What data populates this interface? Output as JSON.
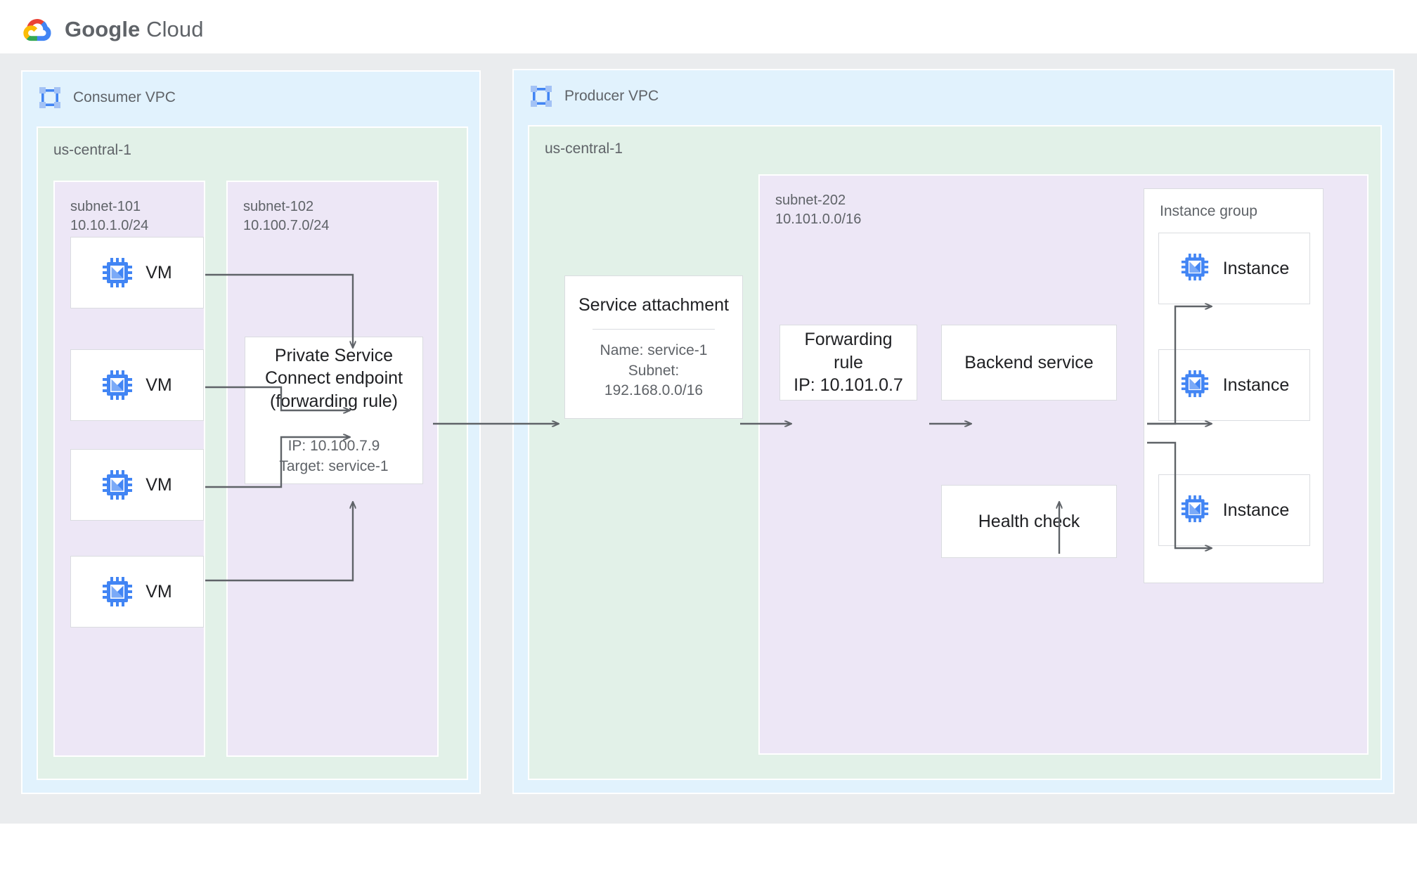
{
  "brand": {
    "name_bold": "Google",
    "name_light": " Cloud",
    "logo_icon": "google-cloud-logo"
  },
  "consumer_vpc": {
    "title": "Consumer VPC",
    "icon": "vpc-network-icon",
    "region": {
      "title": "us-central-1"
    },
    "subnet_101": {
      "label": "subnet-101\n10.10.1.0/24",
      "name": "subnet-101",
      "cidr": "10.10.1.0/24",
      "vms": [
        {
          "label": "VM",
          "icon": "vm-instance-icon"
        },
        {
          "label": "VM",
          "icon": "vm-instance-icon"
        },
        {
          "label": "VM",
          "icon": "vm-instance-icon"
        },
        {
          "label": "VM",
          "icon": "vm-instance-icon"
        }
      ]
    },
    "subnet_102": {
      "label": "subnet-102\n10.100.7.0/24",
      "name": "subnet-102",
      "cidr": "10.100.7.0/24",
      "endpoint": {
        "title": "Private Service\nConnect endpoint\n(forwarding rule)",
        "meta": "IP: 10.100.7.9\nTarget: service-1"
      }
    }
  },
  "producer_vpc": {
    "title": "Producer VPC",
    "icon": "vpc-network-icon",
    "region": {
      "title": "us-central-1"
    },
    "service_attachment": {
      "title": "Service attachment",
      "meta": "Name: service-1\nSubnet:\n192.168.0.0/16"
    },
    "subnet_202": {
      "label": "subnet-202\n10.101.0.0/16",
      "name": "subnet-202",
      "cidr": "10.101.0.0/16",
      "forwarding_rule": {
        "title": "Forwarding rule\nIP: 10.101.0.7"
      },
      "backend_service": {
        "title": "Backend service"
      },
      "health_check": {
        "title": "Health check"
      },
      "instance_group": {
        "title": "Instance group",
        "instances": [
          {
            "label": "Instance",
            "icon": "vm-instance-icon"
          },
          {
            "label": "Instance",
            "icon": "vm-instance-icon"
          },
          {
            "label": "Instance",
            "icon": "vm-instance-icon"
          }
        ]
      }
    }
  },
  "colors": {
    "page_background": "#ffffff",
    "canvas_background": "#eaecee",
    "vpc_fill": "#e1f2fd",
    "region_fill": "#e2f1e8",
    "subnet_fill": "#ede7f6",
    "node_fill": "#ffffff",
    "node_border": "#dadce0",
    "connector": "#5f6368",
    "icon_blue_dark": "#4285f4",
    "icon_blue_light": "#a3c2f5",
    "text_primary": "#202124",
    "text_secondary": "#5f6368"
  }
}
